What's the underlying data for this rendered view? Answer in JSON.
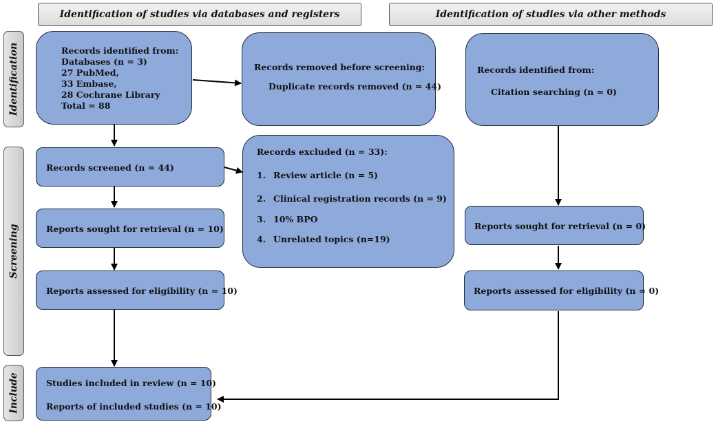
{
  "headers": {
    "left": "Identification of studies via databases and registers",
    "right": "Identification of studies via other methods"
  },
  "phases": {
    "identification": "Identification",
    "screening": "Screening",
    "include": "Include"
  },
  "boxes": {
    "records_identified": {
      "lines": [
        "Records identified from:",
        "Databases (n = 3)",
        "27 PubMed,",
        "33 Embase,",
        "28 Cochrane Library",
        "Total = 88"
      ]
    },
    "records_removed": {
      "title": "Records removed before screening:",
      "detail": "Duplicate records removed (n = 44)"
    },
    "other_identified": {
      "title": "Records identified from:",
      "detail": "Citation searching (n = 0)"
    },
    "records_screened": "Records screened (n = 44)",
    "records_excluded": {
      "title": "Records excluded (n = 33):",
      "items": [
        {
          "num": "1.",
          "text": "Review article (n = 5)"
        },
        {
          "num": "2.",
          "text": "Clinical registration records (n = 9)"
        },
        {
          "num": "3.",
          "text": "10% BPO"
        },
        {
          "num": "4.",
          "text": "Unrelated topics (n=19)"
        }
      ]
    },
    "sought_retrieval": "Reports sought for retrieval (n = 10)",
    "assessed_eligibility": "Reports assessed for eligibility (n = 10)",
    "other_sought": "Reports sought for retrieval (n = 0)",
    "other_assessed": "Reports assessed for eligibility (n = 0)",
    "included": {
      "studies": "Studies included in review (n = 10)",
      "reports": "Reports of included studies (n = 10)"
    }
  },
  "colors": {
    "box_fill": "#8eaadb",
    "box_border": "#1e2a3a",
    "header_fill": "#e6e6e6",
    "arrow": "#000000"
  }
}
